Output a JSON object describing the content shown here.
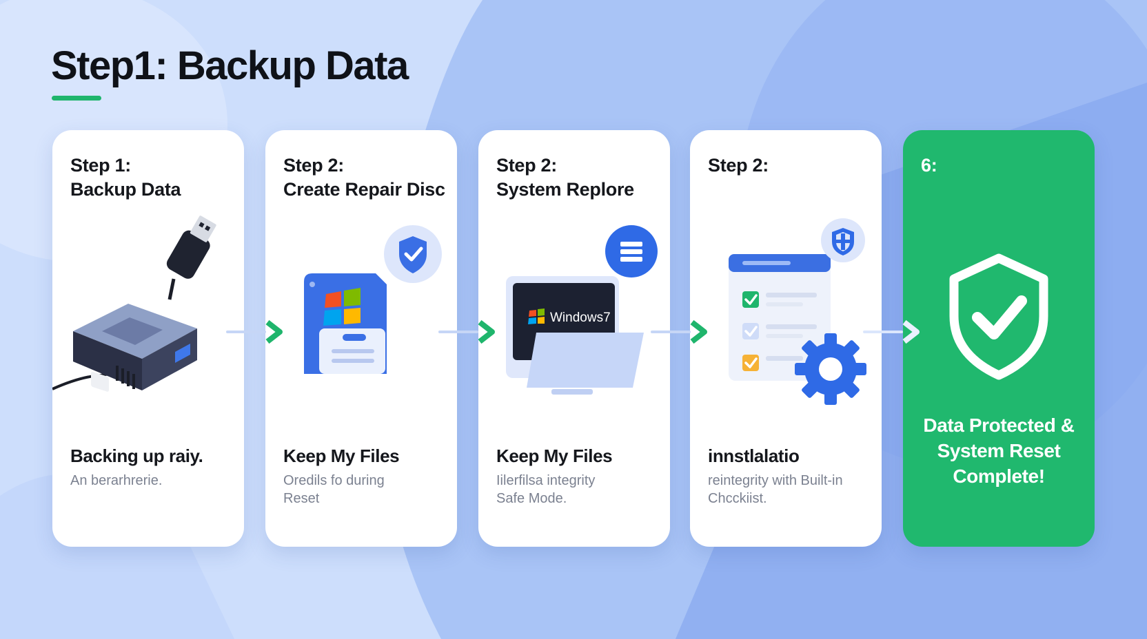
{
  "title": "Step1: Backup Data",
  "colors": {
    "accent_green": "#20b86e",
    "primary_blue": "#2f6ae6",
    "background": "#c9dbfb",
    "card": "#ffffff"
  },
  "steps": [
    {
      "step_line1": "Step 1:",
      "step_line2": "Backup Data",
      "illustration": "usb-hard-drive-icon",
      "heading": "Backing up raiy.",
      "desc_line1": "An berarhrerie.",
      "desc_line2": ""
    },
    {
      "step_line1": "Step 2:",
      "step_line2": "Create Repair Disc",
      "illustration": "floppy-disc-windows-icon",
      "badge": "shield-check-icon",
      "heading": "Keep My Files",
      "desc_line1": "Oredils fo during",
      "desc_line2": "Reset"
    },
    {
      "step_line1": "Step 2:",
      "step_line2": "System Replore",
      "illustration": "windows-screen-folder-icon",
      "screen_label": "Windows7",
      "badge": "menu-icon",
      "heading": "Keep My Files",
      "desc_line1": "Iilerfilsa integrity",
      "desc_line2": "Safe Mode."
    },
    {
      "step_line1": "Step 2:",
      "step_line2": "",
      "illustration": "checklist-gear-icon",
      "badge": "shield-icon",
      "heading": "innstlalatio",
      "desc_line1": "reintegrity with Built-in",
      "desc_line2": "Chcckiist."
    },
    {
      "step_line1": "6:",
      "step_line2": "",
      "illustration": "shield-check-icon",
      "final_line1": "Data Protected &",
      "final_line2": "System Reset",
      "final_line3": "Complete!"
    }
  ],
  "connectors": [
    "arrow-right-icon",
    "arrow-right-icon",
    "arrow-right-icon",
    "arrow-right-icon"
  ]
}
